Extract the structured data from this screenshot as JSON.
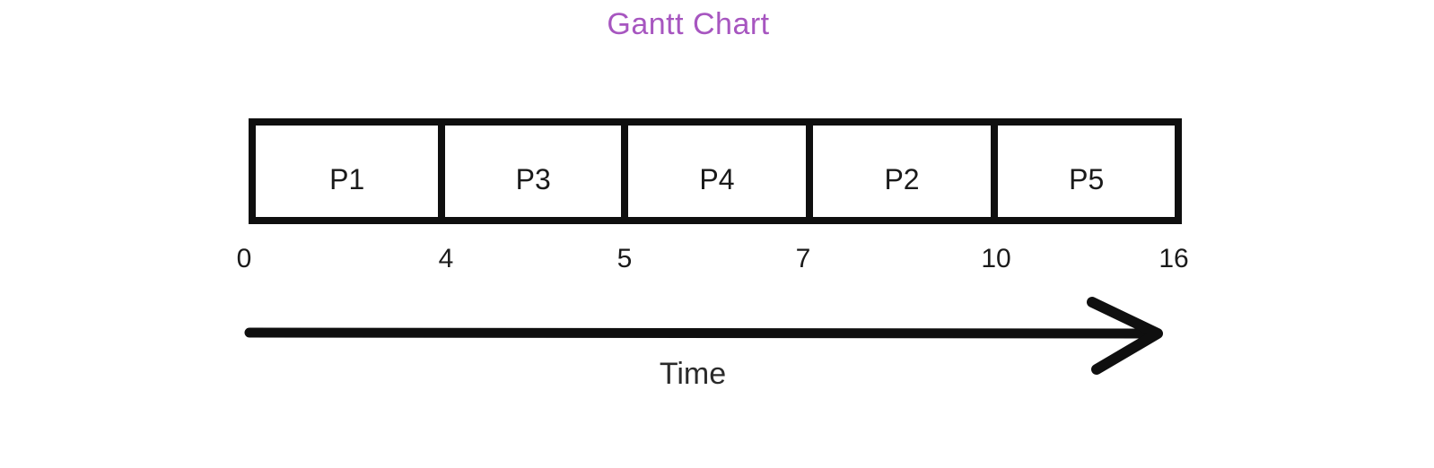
{
  "page": {
    "background": "#ffffff"
  },
  "title": {
    "text": "Gantt Chart",
    "color": "#a756c0"
  },
  "axis": {
    "label": "Time"
  },
  "chart_data": {
    "type": "bar",
    "subtype": "gantt-scheduling",
    "title": "Gantt Chart",
    "xlabel": "Time",
    "segments": [
      {
        "process": "P1",
        "start": 0,
        "end": 4
      },
      {
        "process": "P3",
        "start": 4,
        "end": 5
      },
      {
        "process": "P4",
        "start": 5,
        "end": 7
      },
      {
        "process": "P2",
        "start": 7,
        "end": 10
      },
      {
        "process": "P5",
        "start": 10,
        "end": 16
      }
    ],
    "ticks": [
      "0",
      "4",
      "5",
      "7",
      "10",
      "16"
    ],
    "axis_range": [
      0,
      16
    ],
    "axis_label": "Time",
    "bar_fill": "#ffffff",
    "bar_border_color": "#0f0f0f",
    "title_color": "#a756c0",
    "grid": false,
    "legend": false
  }
}
